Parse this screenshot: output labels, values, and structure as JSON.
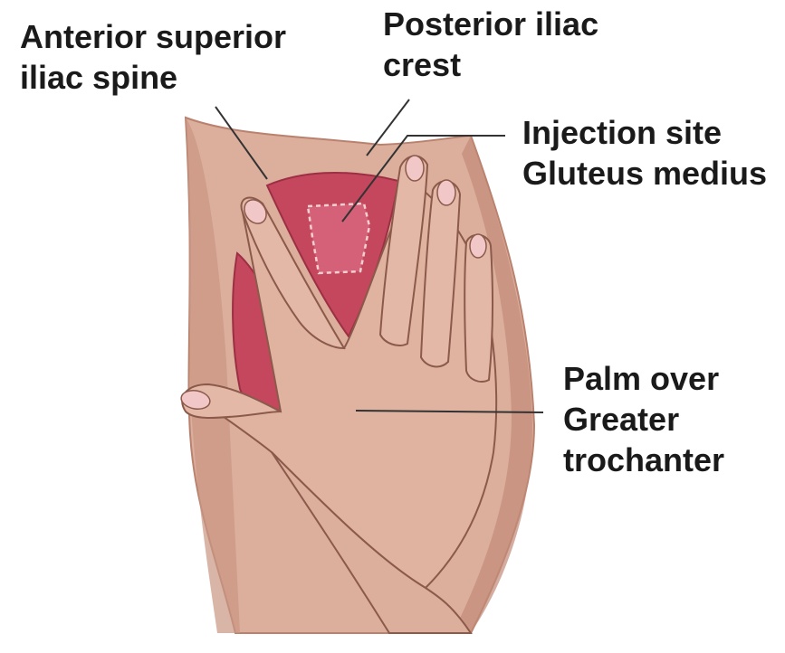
{
  "labels": {
    "asis": {
      "line1": "Anterior superior",
      "line2": "iliac spine"
    },
    "pic": {
      "line1": "Posterior iliac",
      "line2": "crest"
    },
    "injection": {
      "line1": "Injection site",
      "line2": "Gluteus medius"
    },
    "palm": {
      "line1": "Palm over",
      "line2": "Greater",
      "line3": "trochanter"
    }
  },
  "colors": {
    "skin": "#d9a896",
    "skin_shadow": "#b9826f",
    "muscle": "#c4475d",
    "outline": "#5a3a30",
    "leader": "#333333",
    "nail": "#f2c7c7"
  }
}
